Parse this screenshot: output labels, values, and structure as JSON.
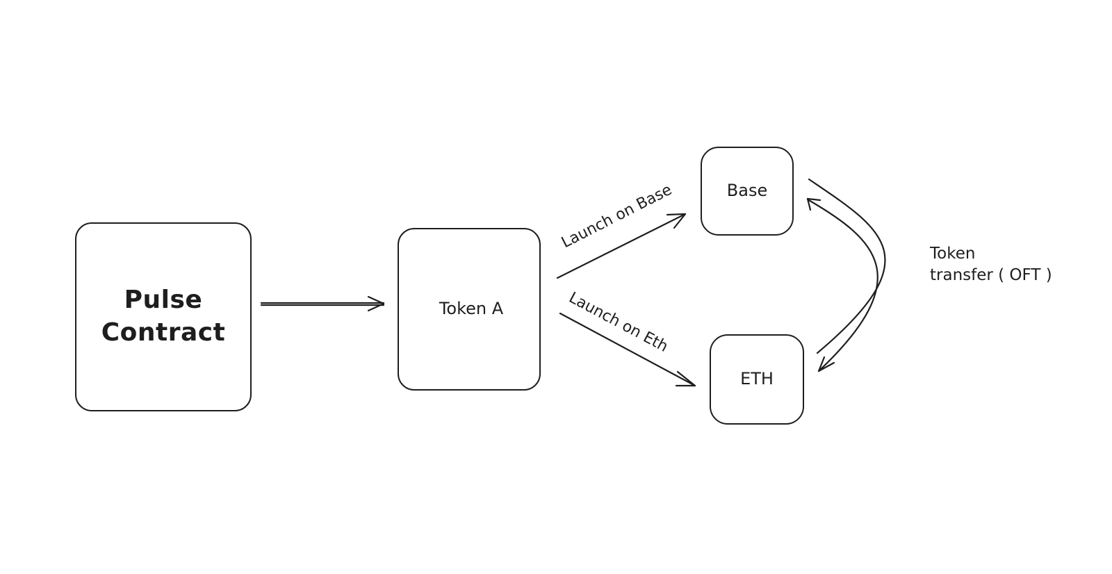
{
  "nodes": {
    "pulse_contract": {
      "label": "Pulse\nContract"
    },
    "token_a": {
      "label": "Token A"
    },
    "base": {
      "label": "Base"
    },
    "eth": {
      "label": "ETH"
    }
  },
  "edges": {
    "pulse_to_token": {
      "label": ""
    },
    "token_to_base": {
      "label": "Launch on Base"
    },
    "token_to_eth": {
      "label": "Launch on Eth"
    },
    "base_eth_transfer": {
      "label": "Token\ntransfer ( OFT )"
    }
  },
  "colors": {
    "stroke": "#1e1e1e",
    "background": "#ffffff"
  }
}
